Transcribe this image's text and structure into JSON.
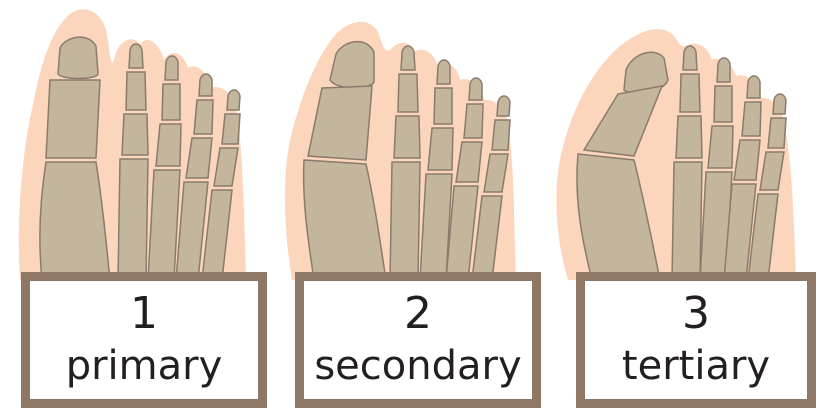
{
  "colors": {
    "skin": "#fbd6bd",
    "bone": "#c4b59d",
    "bone_outline": "#8a7b6c",
    "box_border": "#8f7766",
    "text": "#231f1e"
  },
  "stages": [
    {
      "number": "1",
      "label": "primary"
    },
    {
      "number": "2",
      "label": "secondary"
    },
    {
      "number": "3",
      "label": "tertiary"
    }
  ]
}
